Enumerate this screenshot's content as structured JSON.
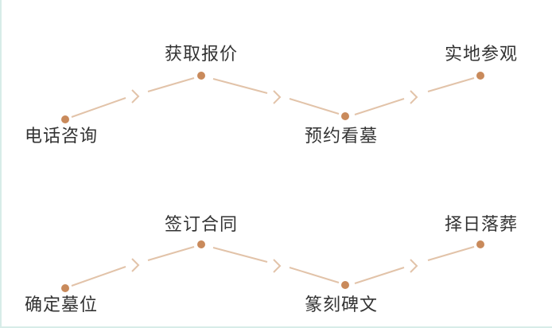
{
  "colors": {
    "dot": "#c98a5b",
    "line": "#e2c3a9",
    "chevron": "#e2c3a9",
    "text": "#333333",
    "frame": "#d7ece8"
  },
  "flows": [
    {
      "steps": [
        {
          "label": "电话咨询"
        },
        {
          "label": "获取报价"
        },
        {
          "label": "预约看墓"
        },
        {
          "label": "实地参观"
        }
      ]
    },
    {
      "steps": [
        {
          "label": "确定墓位"
        },
        {
          "label": "签订合同"
        },
        {
          "label": "篆刻碑文"
        },
        {
          "label": "择日落葬"
        }
      ]
    }
  ]
}
